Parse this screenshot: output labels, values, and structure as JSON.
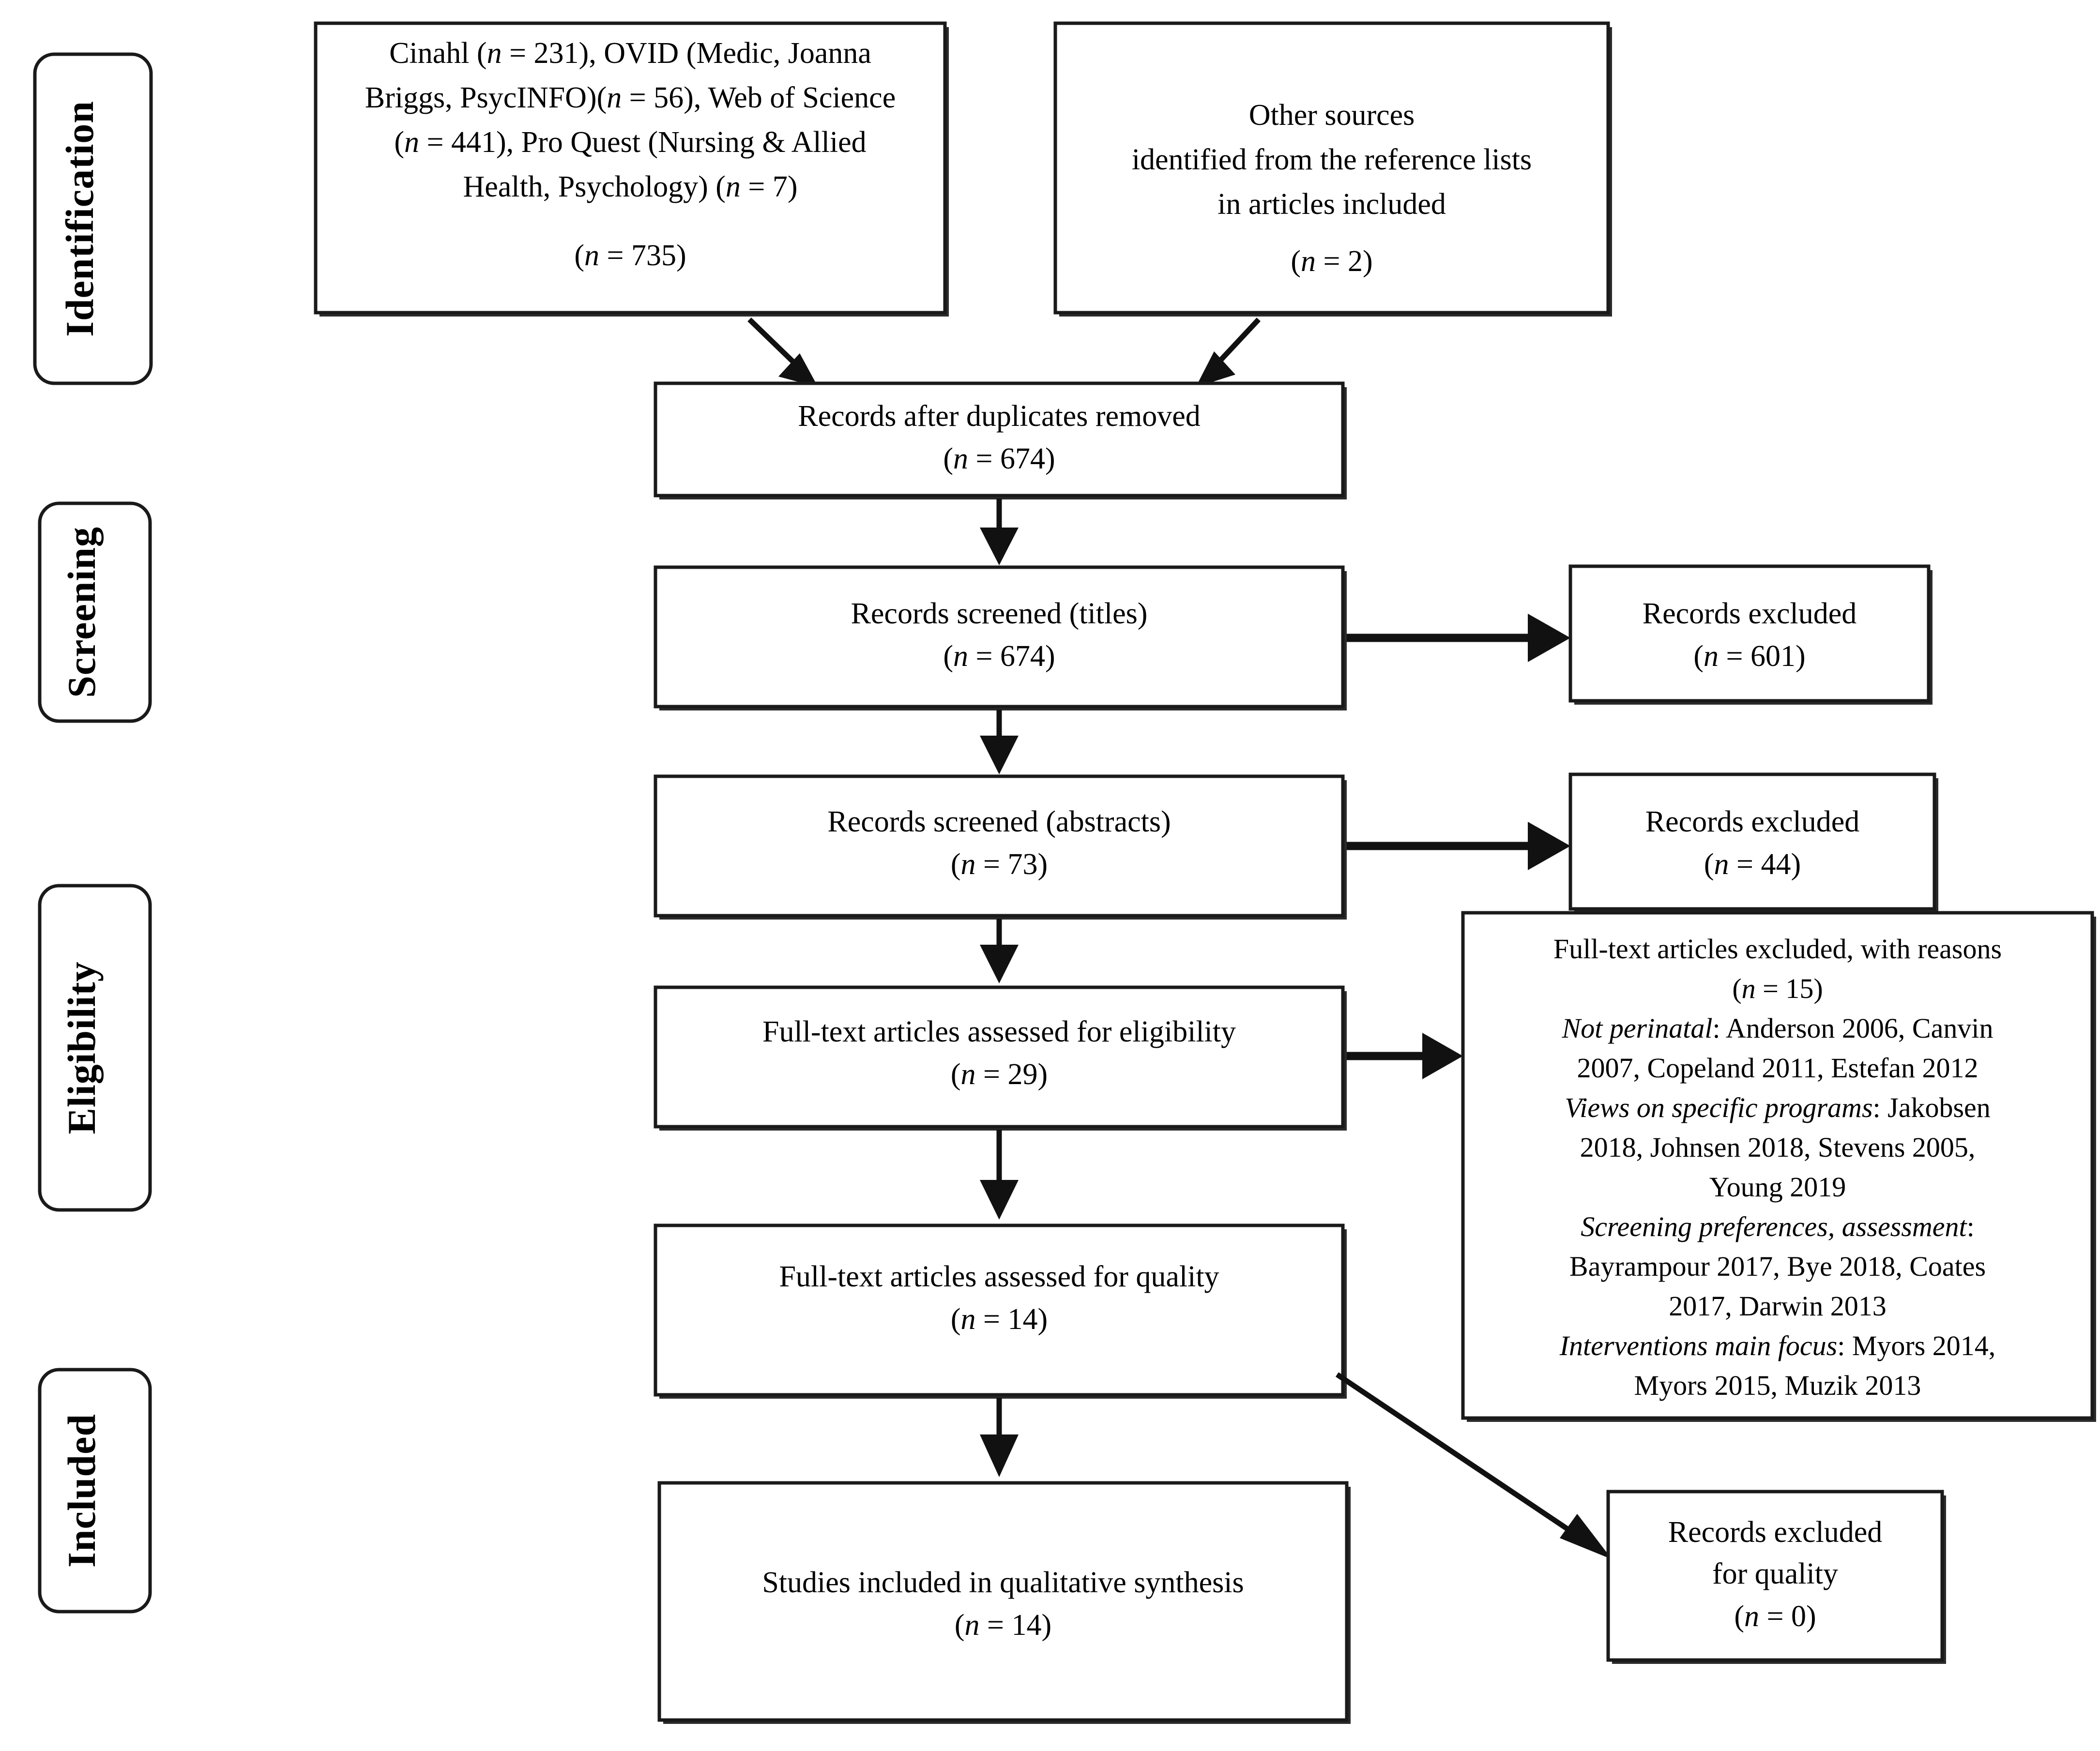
{
  "diagram": {
    "title": "PRISMA flow diagram",
    "type": "prisma-flow-diagram"
  },
  "stages": [
    {
      "id": "identification",
      "label": "Identification"
    },
    {
      "id": "screening",
      "label": "Screening"
    },
    {
      "id": "eligibility",
      "label": "Eligibility"
    },
    {
      "id": "included",
      "label": "Included"
    }
  ],
  "nodes": {
    "databases": {
      "lines": [
        "Cinahl (n = 231), OVID (Medic, Joanna",
        "Briggs, PsycINFO)(n = 56), Web of Science",
        "(n = 441), Pro Quest (Nursing & Allied",
        "Health, Psychology) (n = 7)"
      ],
      "line1_a": "Cinahl (",
      "line1_n": "n",
      "line1_b": " = 231), OVID (Medic, Joanna",
      "line2_a": "Briggs, PsycINFO)(",
      "line2_n": "n",
      "line2_b": " = 56), Web of Science",
      "line3_a": "(",
      "line3_n": "n",
      "line3_b": " = 441), Pro Quest (Nursing & Allied",
      "line4_a": "Health, Psychology) (",
      "line4_n": "n",
      "line4_b": " = 7)",
      "total_a": "(",
      "total_n": "n",
      "total_b": " = 735)",
      "count": 735
    },
    "other_sources": {
      "line1": "Other sources",
      "line2": "identified from the reference lists",
      "line3": "in articles included",
      "count_a": "(",
      "count_n": "n",
      "count_b": " = 2)",
      "count": 2
    },
    "duplicates_removed": {
      "line1": "Records after duplicates removed",
      "count_a": "(",
      "count_n": "n",
      "count_b": " = 674)",
      "count": 674
    },
    "screened_titles": {
      "line1": "Records screened (titles)",
      "count_a": "(",
      "count_n": "n",
      "count_b": " = 674)",
      "count": 674
    },
    "excluded_titles": {
      "line1": "Records excluded",
      "count_a": "(",
      "count_n": "n",
      "count_b": " = 601)",
      "count": 601
    },
    "screened_abstracts": {
      "line1": "Records screened (abstracts)",
      "count_a": "(",
      "count_n": "n",
      "count_b": " = 73)",
      "count": 73
    },
    "excluded_abstracts": {
      "line1": "Records excluded",
      "count_a": "(",
      "count_n": "n",
      "count_b": " = 44)",
      "count": 44
    },
    "eligibility_assessed": {
      "line1": "Full-text articles assessed for eligibility",
      "count_a": "(",
      "count_n": "n",
      "count_b": " = 29)",
      "count": 29
    },
    "excluded_reasons": {
      "heading": "Full-text articles excluded, with reasons",
      "count_a": "(",
      "count_n": "n",
      "count_b": " = 15)",
      "count": 15,
      "reasons": [
        {
          "label": "Not perinatal",
          "sep": ": ",
          "lines": [
            "Anderson 2006, Canvin",
            "2007, Copeland 2011, Estefan 2012"
          ],
          "studies": [
            "Anderson 2006",
            "Canvin 2007",
            "Copeland 2011",
            "Estefan 2012"
          ]
        },
        {
          "label": "Views on specific programs",
          "sep": ": ",
          "lines": [
            "Jakobsen",
            "2018, Johnsen 2018, Stevens 2005,",
            "Young 2019"
          ],
          "studies": [
            "Jakobsen 2018",
            "Johnsen 2018",
            "Stevens 2005",
            "Young 2019"
          ]
        },
        {
          "label": "Screening preferences, assessment",
          "sep": ":",
          "lines": [
            "Bayrampour 2017, Bye 2018, Coates",
            "2017, Darwin 2013"
          ],
          "studies": [
            "Bayrampour 2017",
            "Bye 2018",
            "Coates 2017",
            "Darwin 2013"
          ]
        },
        {
          "label": "Interventions main focus",
          "sep": ": ",
          "lines": [
            "Myors 2014,",
            "Myors 2015, Muzik 2013"
          ],
          "studies": [
            "Myors 2014",
            "Myors 2015",
            "Muzik 2013"
          ]
        }
      ]
    },
    "quality_assessed": {
      "line1": "Full-text articles assessed for quality",
      "count_a": "(",
      "count_n": "n",
      "count_b": " = 14)",
      "count": 14
    },
    "excluded_quality": {
      "line1": "Records excluded",
      "line2": "for quality",
      "count_a": "(",
      "count_n": "n",
      "count_b": " = 0)",
      "count": 0
    },
    "qualitative_synthesis": {
      "line1": "Studies included in qualitative synthesis",
      "count_a": "(",
      "count_n": "n",
      "count_b": " = 14)",
      "count": 14
    }
  },
  "colors": {
    "line": "#111111",
    "box_border": "#1a1a1a",
    "background": "#ffffff",
    "text": "#000000"
  }
}
